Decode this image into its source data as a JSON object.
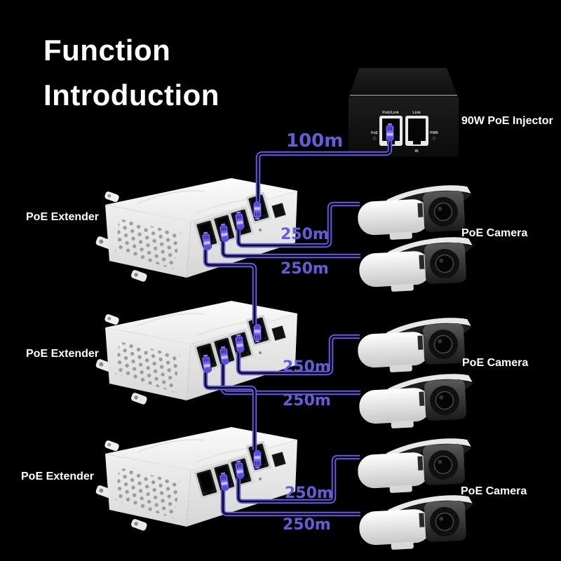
{
  "title": {
    "line1": "Function",
    "line2": "Introduction"
  },
  "injector": {
    "label": "90W PoE Injector",
    "port_left_label": "PoE/Link",
    "port_right_label": "Link",
    "led_left_label": "PoE",
    "led_right_label": "PWR",
    "port_bottom_label": "IN"
  },
  "extenders": [
    {
      "label": "PoE Extender"
    },
    {
      "label": "PoE Extender"
    },
    {
      "label": "PoE Extender"
    }
  ],
  "camera_groups": [
    {
      "label": "PoE Camera"
    },
    {
      "label": "PoE Camera"
    },
    {
      "label": "PoE Camera"
    }
  ],
  "distances": {
    "injector_link": "100m",
    "camera_links": [
      "250m",
      "250m",
      "250m",
      "250m",
      "250m",
      "250m"
    ]
  },
  "colors": {
    "background": "#000000",
    "cable_purple": "#655ae0",
    "cable_far_blue": "#2f2f96",
    "distance_text": "#675cd8",
    "device_label_text": "#ffffff",
    "device_body": "#f1f1f1",
    "injector_body": "#141414"
  }
}
